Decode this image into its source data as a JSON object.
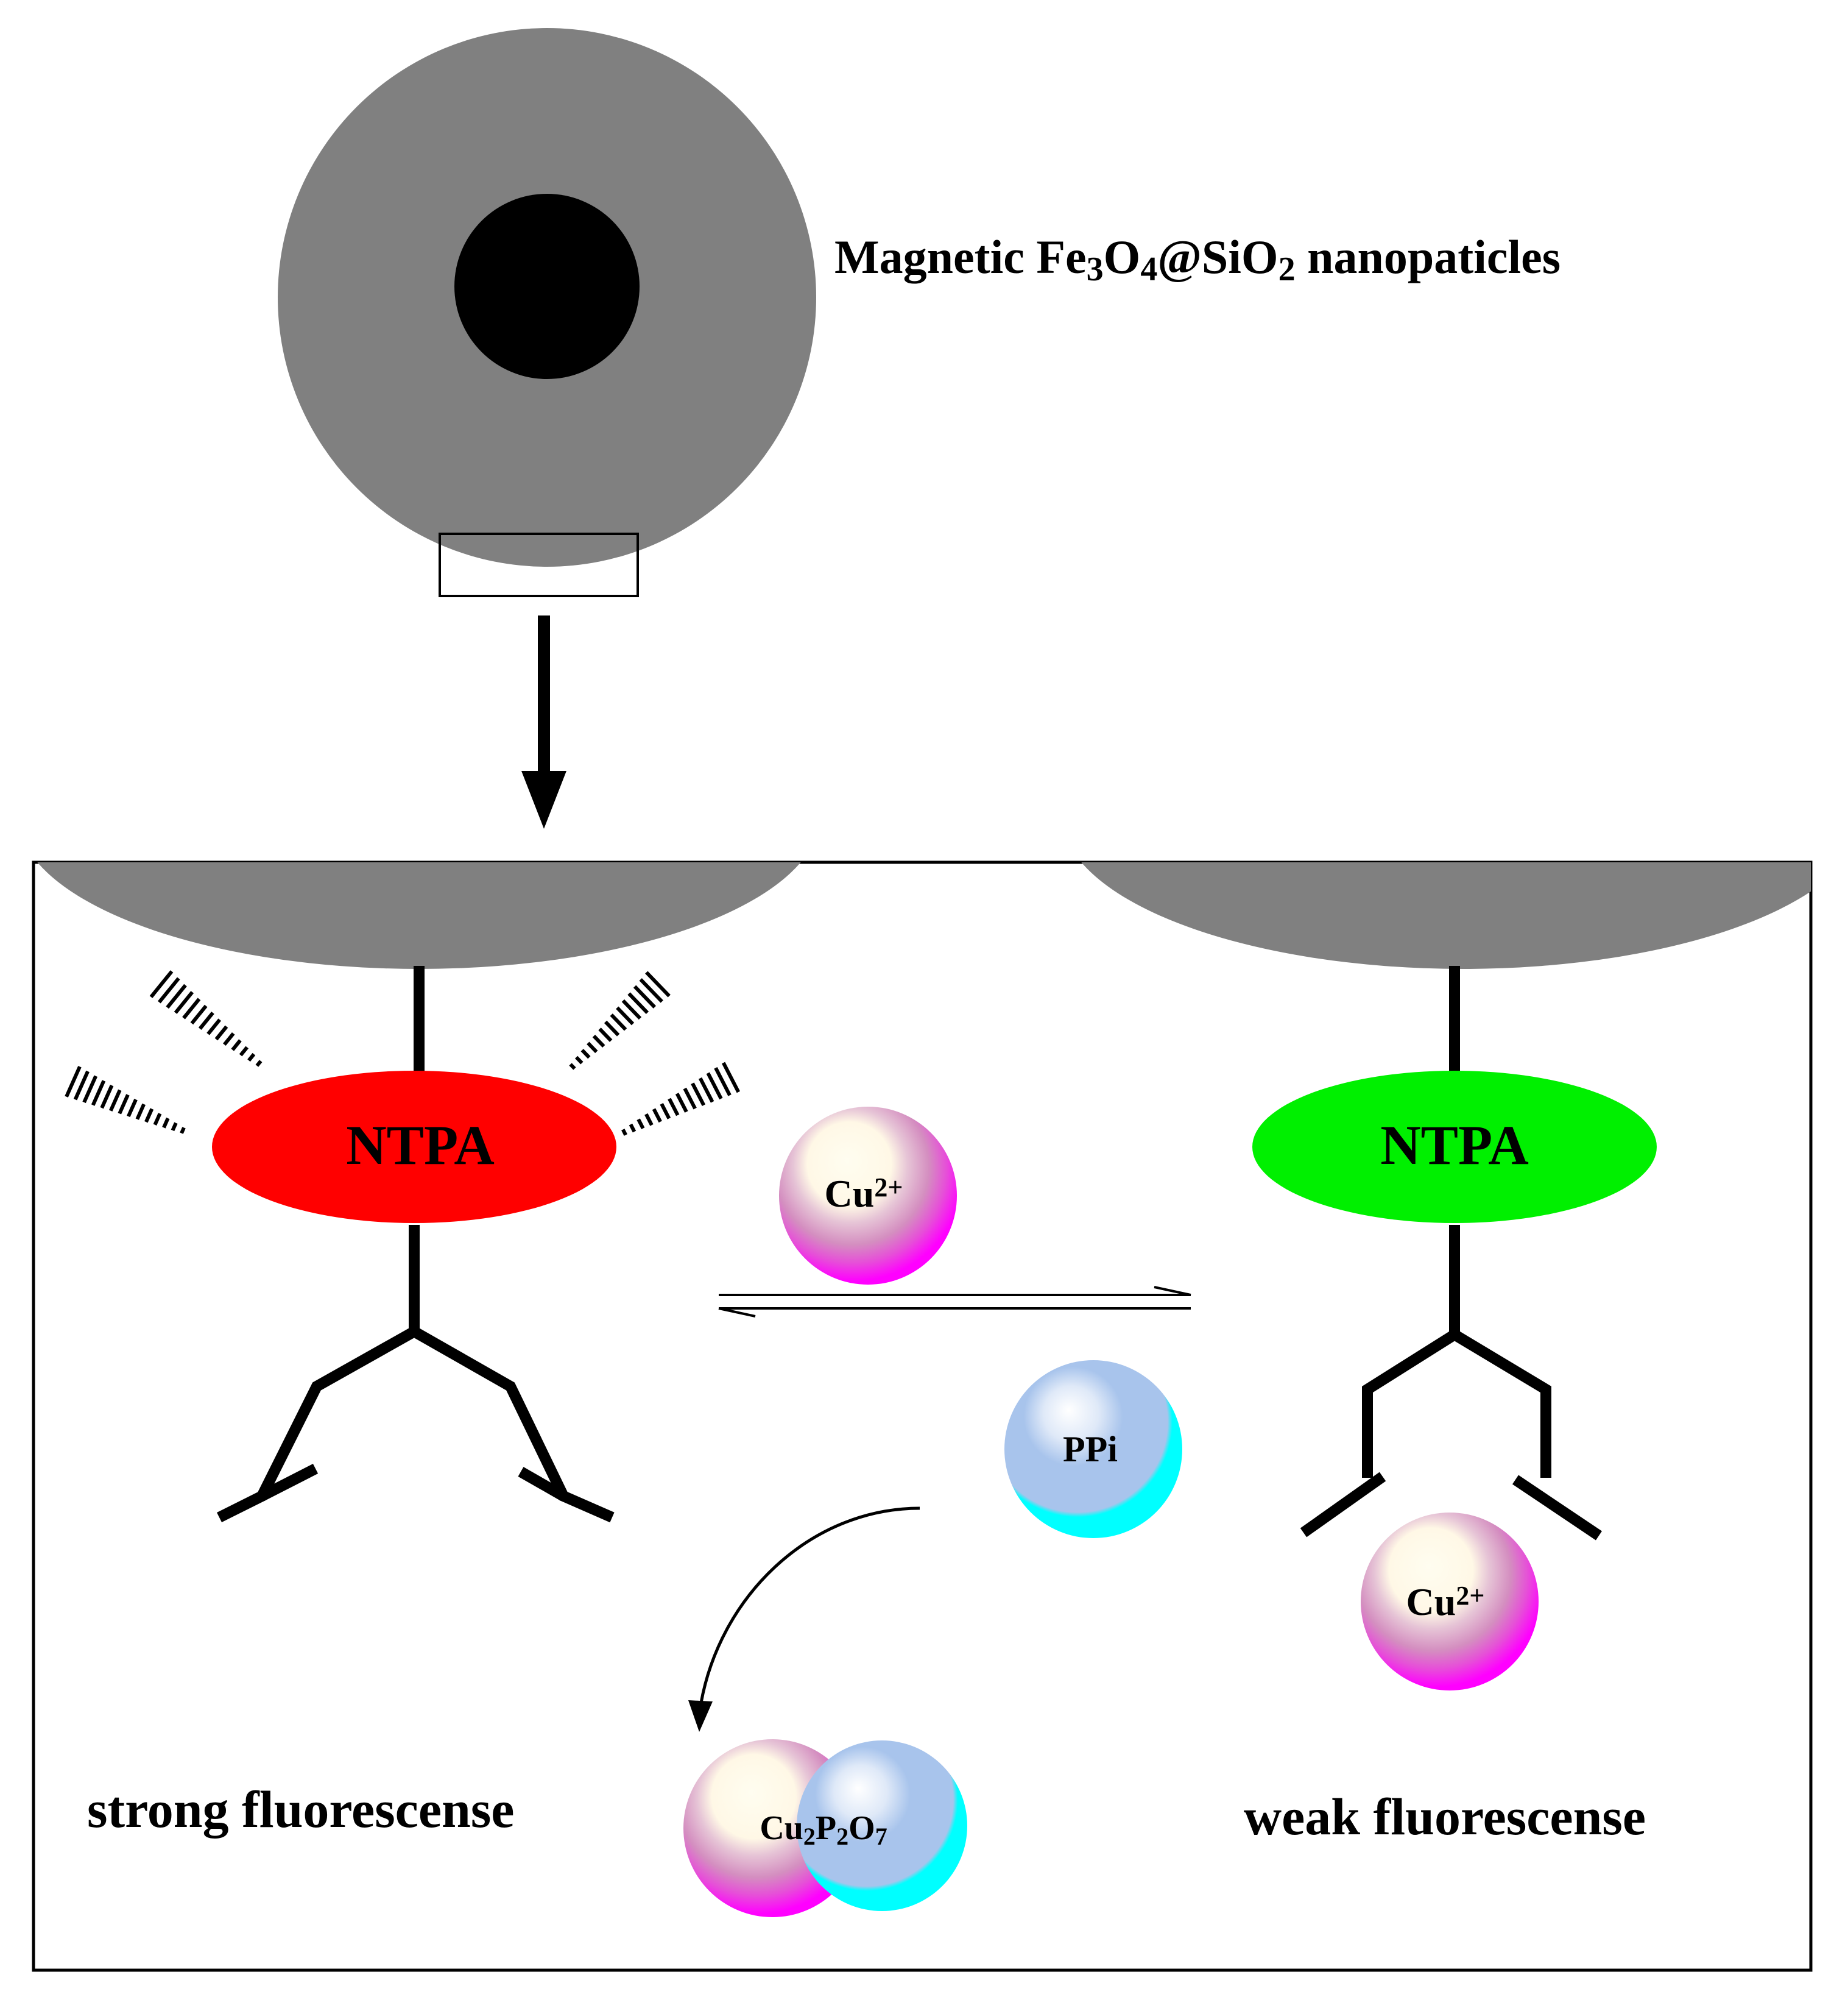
{
  "title": {
    "prefix": "Magnetic Fe",
    "sub1": "3",
    "mid1": "O",
    "sub2": "4",
    "mid2": "@SiO",
    "sub3": "2",
    "suffix": " nanopaticles"
  },
  "ntpa_left": "NTPA",
  "ntpa_right": "NTPA",
  "cu_top": {
    "base": "Cu",
    "sup": "2+"
  },
  "cu_bottom": {
    "base": "Cu",
    "sup": "2+"
  },
  "ppi": "PPi",
  "complex": {
    "p1": "Cu",
    "s1": "2",
    "p2": "P",
    "s2": "2",
    "p3": "O",
    "s3": "7"
  },
  "strong_label": "strong fluorescense",
  "weak_label": "weak fluorescense",
  "colors": {
    "shell": "#808080",
    "core": "#000000",
    "ntpa_on": "#ff0000",
    "ntpa_off": "#00f000",
    "cu_ring": "#ff00ff",
    "ppi_ring": "#00ffff",
    "ppi_inner": "#a8c4ec"
  }
}
